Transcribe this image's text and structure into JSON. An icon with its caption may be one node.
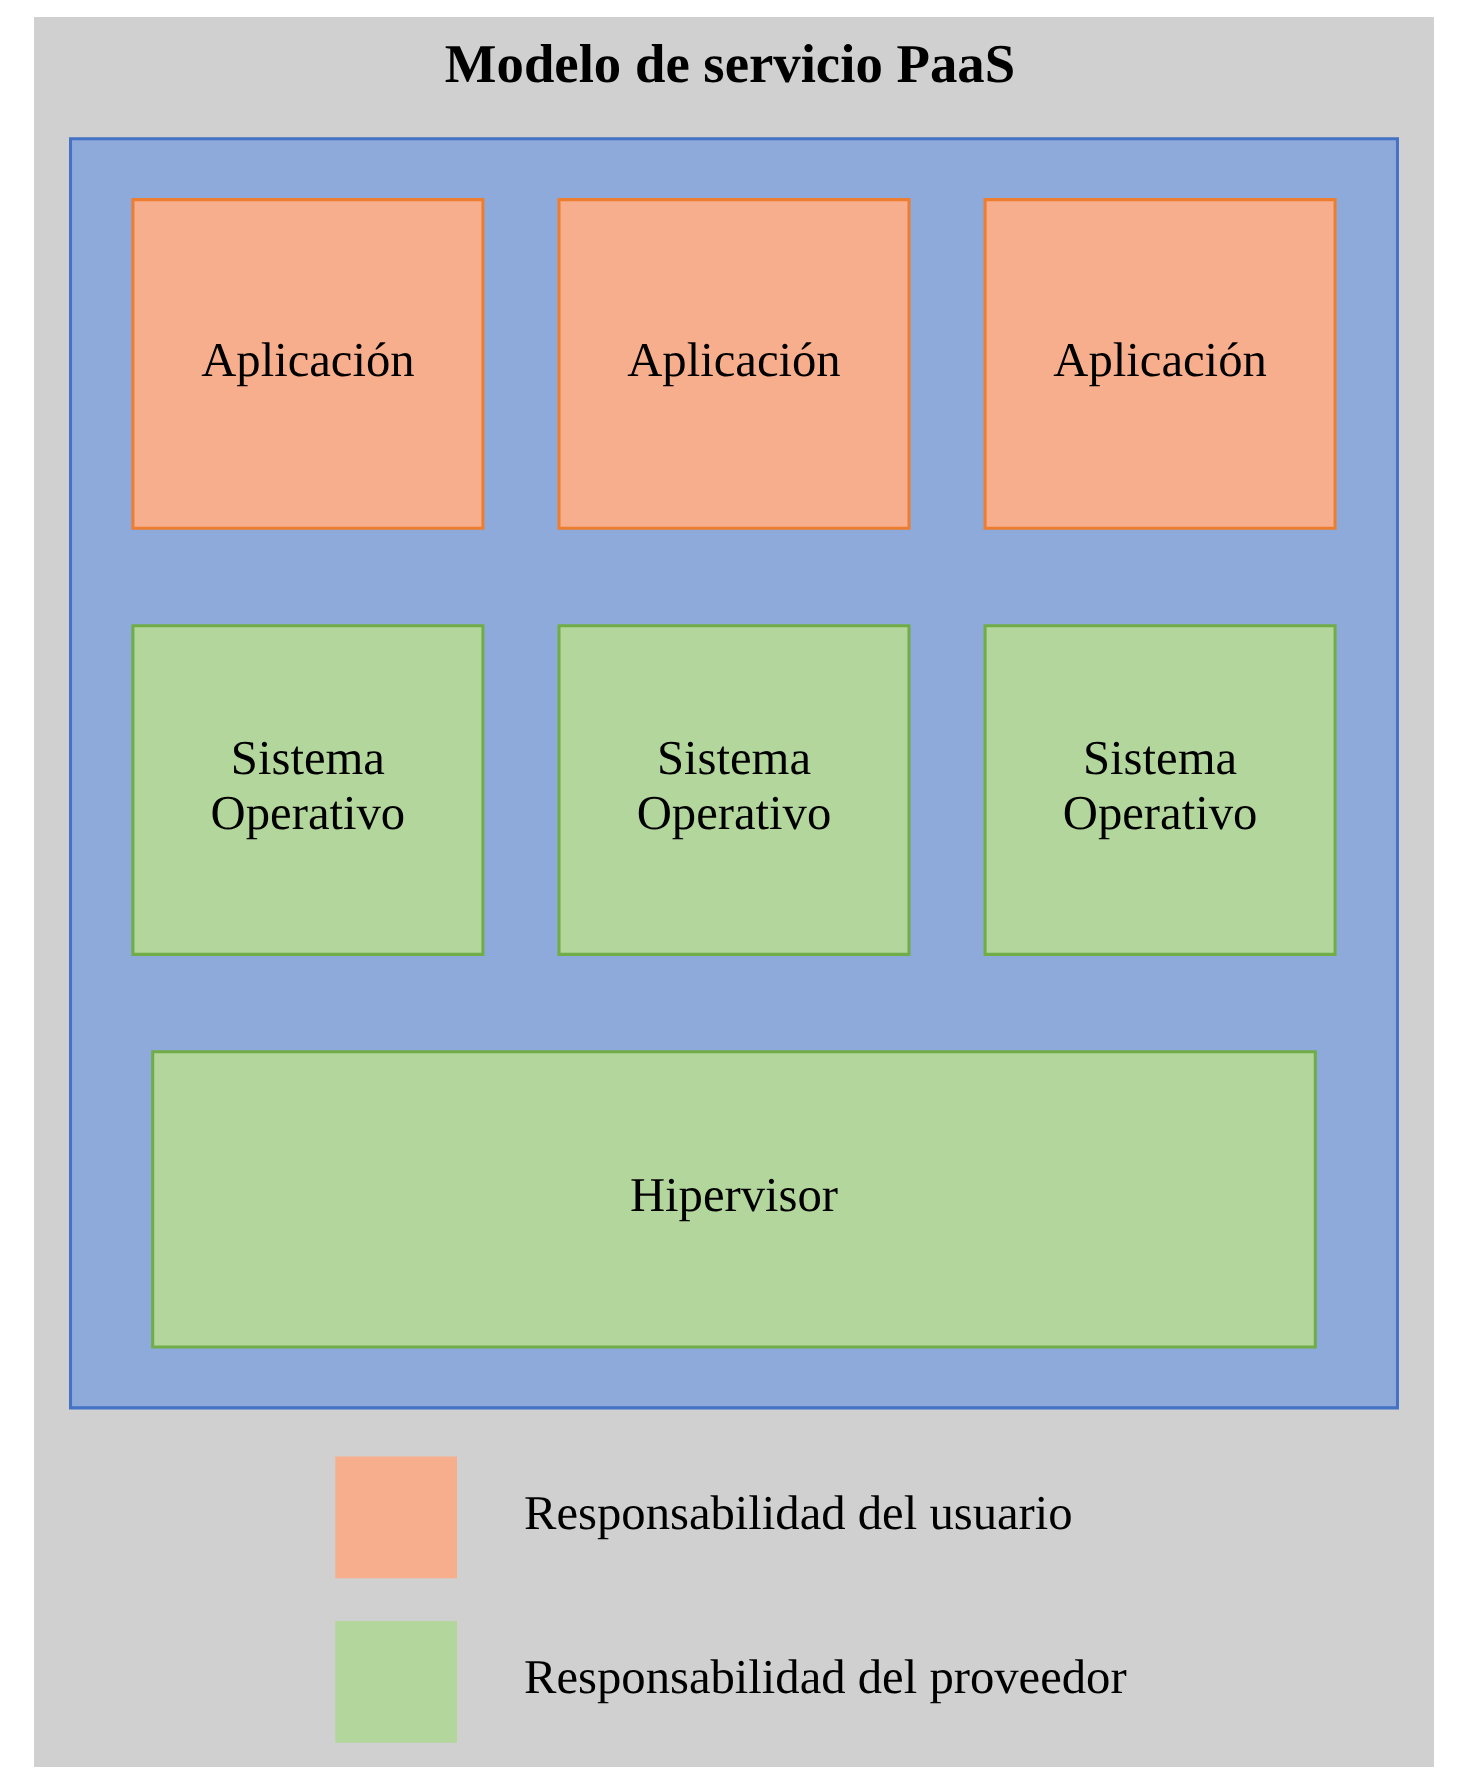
{
  "diagram": {
    "title": "Modelo de servicio PaaS",
    "nodes": [
      {
        "text": [],
        "shape": "box"
      },
      {
        "text": [
          "Aplicación"
        ],
        "in": 0
      },
      {
        "text": [
          "Aplicación"
        ],
        "in": 0
      },
      {
        "text": [
          "Aplicación"
        ],
        "in": 0
      },
      {
        "text": [
          "Sistema Operativo"
        ],
        "in": 0
      },
      {
        "text": [
          "Sistema Operativo"
        ],
        "in": 0
      },
      {
        "text": [
          "Sistema Operativo"
        ],
        "in": 0
      },
      {
        "text": [
          "Hipervisor"
        ],
        "in": 0
      }
    ],
    "edges": [],
    "legend": [
      {
        "text": "Responsabilidad del usuario",
        "color": "#f7ae8c"
      },
      {
        "text": "Responsabilidad del proveedor",
        "color": "#b3d69c"
      }
    ]
  }
}
